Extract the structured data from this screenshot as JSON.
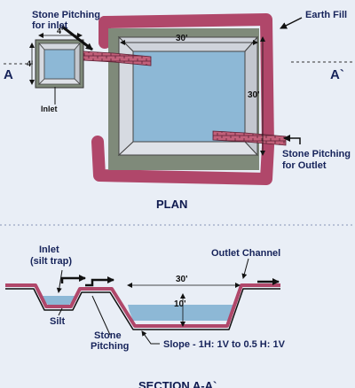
{
  "plan": {
    "title": "PLAN",
    "labels": {
      "stone_pitching_inlet": [
        "Stone Pitching",
        "for inlet"
      ],
      "earth_fill": "Earth Fill",
      "stone_pitching_outlet": [
        "Stone Pitching",
        "for Outlet"
      ],
      "inlet": "Inlet",
      "section_left": "A",
      "section_right": "A`"
    },
    "dimensions": {
      "inlet_width": "4'",
      "inlet_height": "4'",
      "pond_width": "30'",
      "pond_height": "30'"
    }
  },
  "section": {
    "title": "SECTION A-A`",
    "labels": {
      "inlet": [
        "Inlet",
        "(silt trap)"
      ],
      "outlet_channel": "Outlet Channel",
      "silt": "Silt",
      "stone_pitching": [
        "Stone",
        "Pitching"
      ],
      "slope": "Slope - 1H: 1V to 0.5 H: 1V"
    },
    "dimensions": {
      "top_width": "30'",
      "depth": "10'"
    }
  },
  "colors": {
    "earth_fill": "#b0476a",
    "stone": "#c2607a",
    "grass": "#7f8a7a",
    "water": "#8db8d6",
    "pond_rim": "#d8dbe2",
    "background": "#e9eef6",
    "navy": "#16235a"
  }
}
